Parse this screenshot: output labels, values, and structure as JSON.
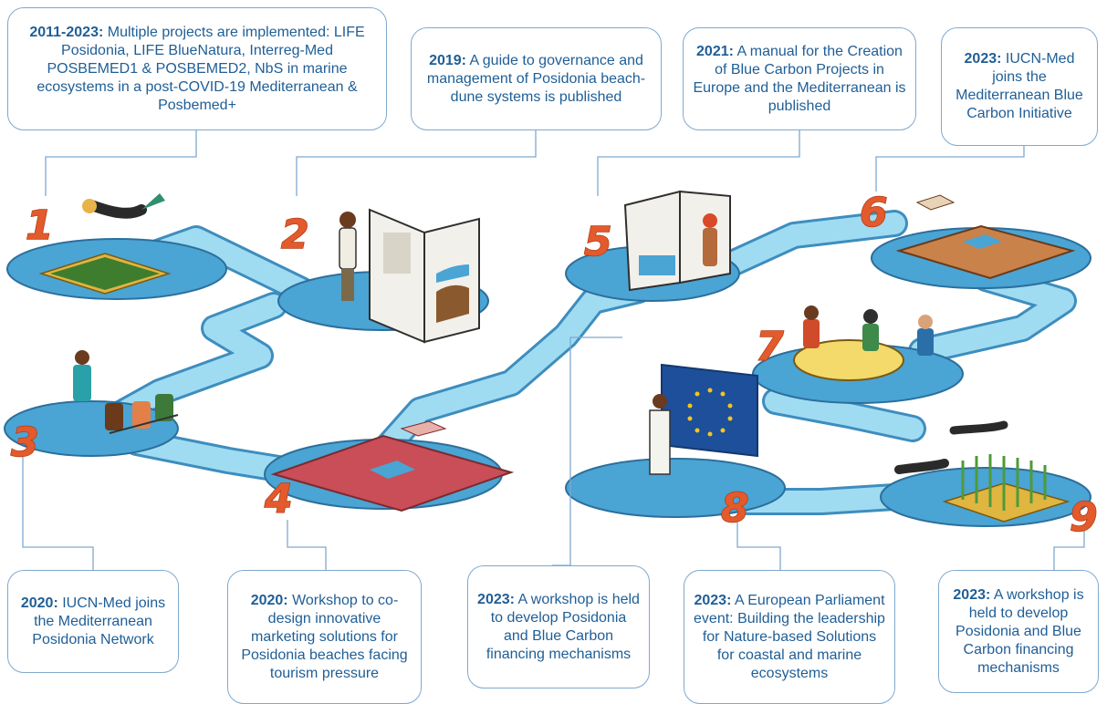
{
  "milestones": [
    {
      "num": "1",
      "year": "2011-2023:",
      "text": "Multiple projects are implemented: LIFE Posidonia, LIFE BlueNatura, Interreg-Med POSBEMED1 & POSBEMED2, NbS in marine ecosystems in a post-COVID-19 Mediterranean & Posbemed+"
    },
    {
      "num": "2",
      "year": "2019:",
      "text": "A guide to governance and management of Posidonia beach-dune systems is published"
    },
    {
      "num": "3",
      "year": "2020:",
      "text": "IUCN-Med joins the Mediterranean Posidonia Network"
    },
    {
      "num": "4",
      "year": "2020:",
      "text": "Workshop to co-design innovative marketing solutions for Posidonia beaches facing tourism pressure"
    },
    {
      "num": "5",
      "year": "2021:",
      "text": "A manual for the Creation of Blue Carbon Projects in Europe and the Mediterranean is published"
    },
    {
      "num": "6",
      "year": "2023:",
      "text": "IUCN-Med joins the Mediterranean Blue Carbon Initiative"
    },
    {
      "num": "7",
      "year": "2023:",
      "text": "A workshop is held to develop Posidonia and Blue Carbon financing mechanisms"
    },
    {
      "num": "8",
      "year": "2023:",
      "text": "A European Parliament event: Building the leadership for Nature-based Solutions for coastal and marine ecosystems"
    },
    {
      "num": "9",
      "year": "2023:",
      "text": "A workshop is held to develop Posidonia and Blue Carbon financing mechanisms"
    }
  ],
  "colors": {
    "water": "#5fb5e0",
    "path": "#9fdcf2",
    "number": "#e35a2c",
    "box_text": "#1f5e96",
    "box_border": "#7fa9cf",
    "puzzle_red": "#c94e57",
    "puzzle_orange": "#c9824a",
    "eu_blue": "#1d4f9a",
    "seagrass": "#6fa843"
  }
}
